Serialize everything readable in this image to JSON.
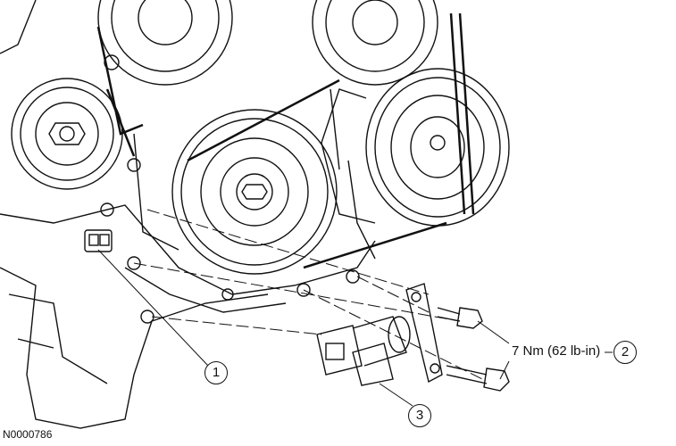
{
  "figure_id": "N0000786",
  "torque_spec": "7 Nm (62 lb-in)",
  "callouts": [
    "1",
    "2",
    "3"
  ]
}
